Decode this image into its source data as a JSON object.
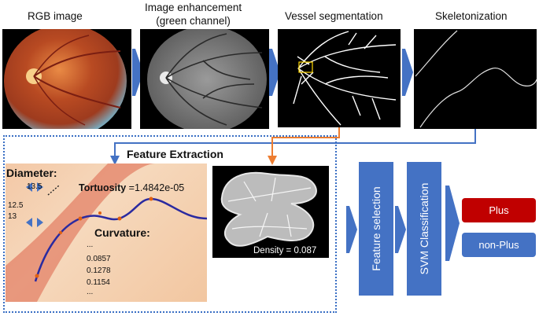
{
  "stages": {
    "rgb": "RGB image",
    "enhance": "Image enhancement\n(green channel)",
    "segmentation": "Vessel segmentation",
    "skeleton": "Skeletonization"
  },
  "feature_extraction": {
    "title": "Feature Extraction",
    "diameter_label": "Diameter:",
    "diameter_values": [
      "13.5",
      "12.5",
      "13"
    ],
    "tortuosity_label": "Tortuosity",
    "tortuosity_value": "=1.4842e-05",
    "curvature_label": "Curvature:",
    "curvature_values": [
      "...",
      "0.0857",
      "0.1278",
      "0.1154",
      "..."
    ],
    "density": "Density = 0.087"
  },
  "classification": {
    "feature_selection": "Feature selection",
    "svm": "SVM Classification",
    "plus": "Plus",
    "non_plus": "non-Plus"
  },
  "colors": {
    "arrow_blue": "#4472c4",
    "arrow_orange": "#ed7d31",
    "plus_red": "#c00000",
    "box_blue": "#4472c4"
  }
}
